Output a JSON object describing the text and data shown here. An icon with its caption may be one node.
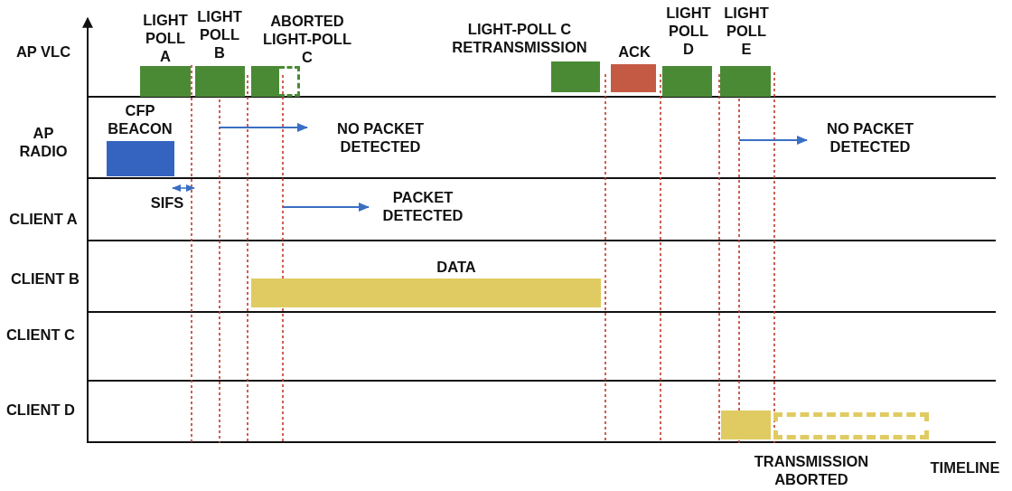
{
  "diagram": {
    "nodes": [
      {
        "text": [
          "LIGHT POLL A"
        ]
      },
      {
        "text": [
          "LIGHT POLL B"
        ]
      },
      {
        "text": [
          "ABORTED LIGHT-POLL C"
        ]
      },
      {
        "text": [
          "LIGHT-POLL C RETRANSMISSION"
        ]
      },
      {
        "text": [
          "ACK"
        ]
      },
      {
        "text": [
          "LIGHT POLL D"
        ]
      },
      {
        "text": [
          "LIGHT POLL E"
        ]
      },
      {
        "text": [
          "CFP BEACON"
        ]
      },
      {
        "text": [
          "DATA"
        ]
      },
      {
        "text": [],
        "shape": "box"
      },
      {
        "text": [
          "TRANSMISSION ABORTED"
        ]
      }
    ],
    "labels": [
      "AP VLC",
      "AP RADIO",
      "NO PACKET DETECTED",
      "NO PACKET DETECTED",
      "CLIENT A",
      "SIFS",
      "PACKET DETECTED",
      "CLIENT B",
      "CLIENT C",
      "CLIENT D",
      "TIMELINE"
    ]
  }
}
